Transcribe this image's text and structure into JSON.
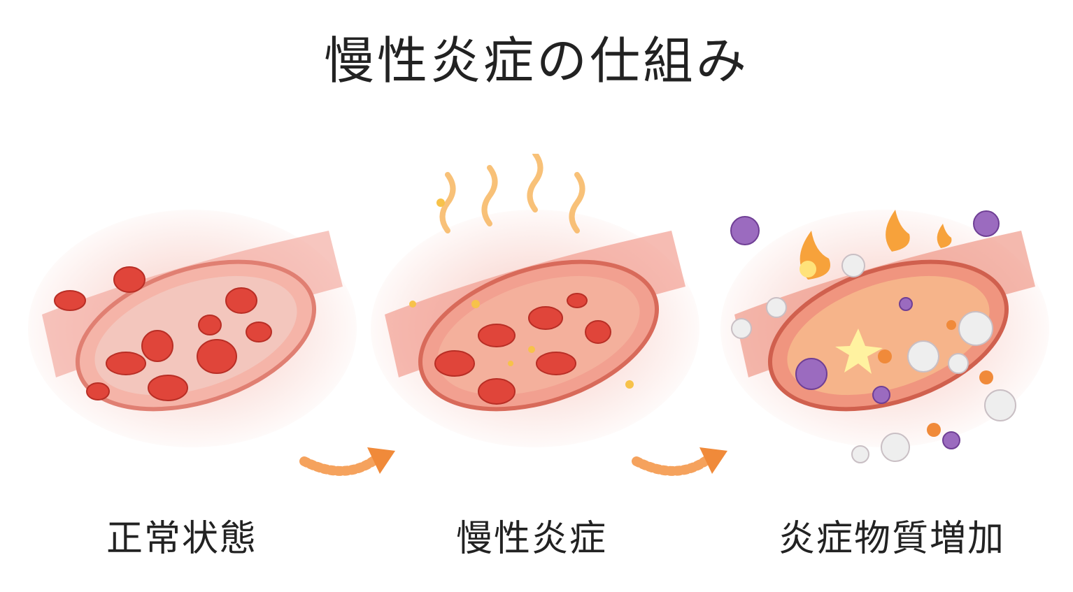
{
  "title": "慢性炎症の仕組み",
  "stages": [
    {
      "label": "正常状態"
    },
    {
      "label": "慢性炎症"
    },
    {
      "label": "炎症物質増加"
    }
  ],
  "colors": {
    "vessel": "#f4a79b",
    "cell": "#e0453a",
    "arrow": "#f5a25d",
    "virus": "#9b6bbf",
    "flame": "#f7a23b"
  }
}
